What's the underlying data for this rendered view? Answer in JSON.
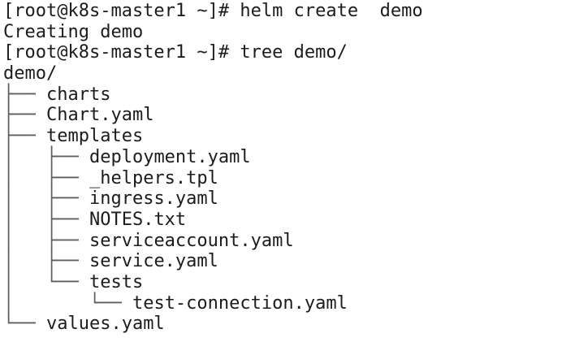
{
  "app": {
    "kind": "terminal-session",
    "background_color": "#ffffff",
    "text_color": "#1c1c1c",
    "tree_guide_color": "#5d5d5d"
  },
  "terminal": {
    "lines": [
      {
        "kind": "command",
        "prompt": "[root@k8s-master1 ~]# ",
        "command": "helm create  demo"
      },
      {
        "kind": "output",
        "text": "Creating demo"
      },
      {
        "kind": "command",
        "prompt": "[root@k8s-master1 ~]# ",
        "command": "tree demo/"
      },
      {
        "kind": "output",
        "text": "demo/"
      },
      {
        "kind": "tree",
        "prefix": "├── ",
        "name": "charts"
      },
      {
        "kind": "tree",
        "prefix": "├── ",
        "name": "Chart.yaml"
      },
      {
        "kind": "tree",
        "prefix": "├── ",
        "name": "templates"
      },
      {
        "kind": "tree",
        "prefix": "│   ├── ",
        "name": "deployment.yaml"
      },
      {
        "kind": "tree",
        "prefix": "│   ├── ",
        "name": "_helpers.tpl"
      },
      {
        "kind": "tree",
        "prefix": "│   ├── ",
        "name": "ingress.yaml"
      },
      {
        "kind": "tree",
        "prefix": "│   ├── ",
        "name": "NOTES.txt"
      },
      {
        "kind": "tree",
        "prefix": "│   ├── ",
        "name": "serviceaccount.yaml"
      },
      {
        "kind": "tree",
        "prefix": "│   ├── ",
        "name": "service.yaml"
      },
      {
        "kind": "tree",
        "prefix": "│   └── ",
        "name": "tests"
      },
      {
        "kind": "tree",
        "prefix": "│       └── ",
        "name": "test-connection.yaml"
      },
      {
        "kind": "tree",
        "prefix": "└── ",
        "name": "values.yaml"
      }
    ]
  }
}
